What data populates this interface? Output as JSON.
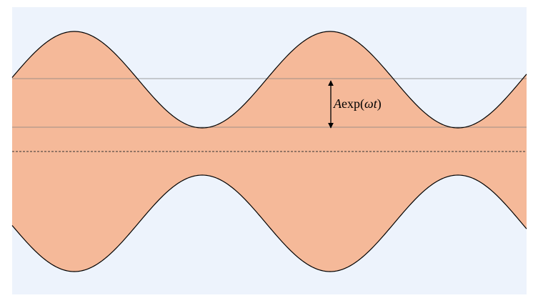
{
  "diagram": {
    "annotation": {
      "symbol": "A",
      "text": "exp(",
      "variable": "ωt",
      "close": ")"
    },
    "colors": {
      "background": "#edf3fc",
      "fill": "#f5b999",
      "outline": "#000000",
      "reference_line": "#808080",
      "center_line": "#333333",
      "arrow": "#000000"
    }
  }
}
